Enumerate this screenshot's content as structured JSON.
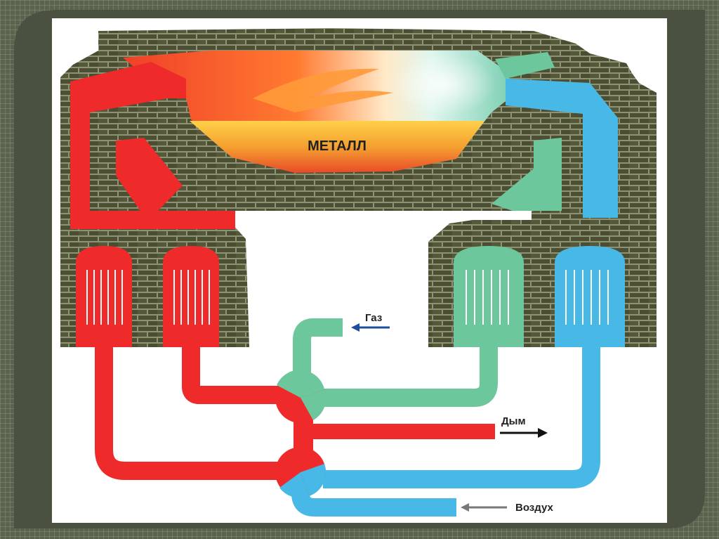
{
  "labels": {
    "metal": "МЕТАЛЛ",
    "gas": "Газ",
    "smoke": "Дым",
    "air": "Воздух"
  },
  "colors": {
    "frame_outer": "#4a5140",
    "frame_grid": "#6f7763",
    "canvas": "#ffffff",
    "brick": "#4f5236",
    "mortar": "#8c9070",
    "hot": "#ee2a2a",
    "gas": "#6cc79c",
    "air": "#48b8e6",
    "arrow_gas": "#1f4e9c",
    "arrow_smoke": "#111111",
    "arrow_air": "#777777"
  }
}
